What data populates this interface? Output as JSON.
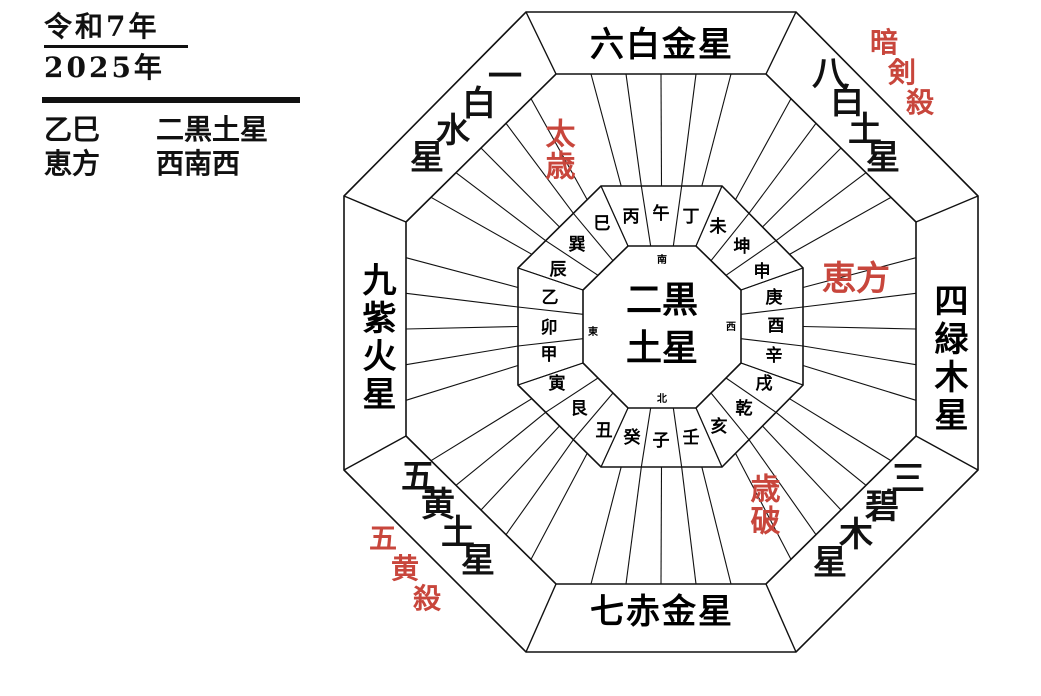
{
  "header": {
    "era": "令和7年",
    "year": "2025年",
    "eto_label": "乙巳",
    "eto_star": "二黒土星",
    "ehou_label": "恵方",
    "ehou_dir": "西南西"
  },
  "center_star": [
    "二黒",
    "土星"
  ],
  "directions": {
    "south": "南",
    "north": "北",
    "east": "東",
    "west": "西"
  },
  "zodiac_labels": [
    "丙",
    "午",
    "丁",
    "未",
    "坤",
    "申",
    "庚",
    "酉",
    "辛",
    "戌",
    "乾",
    "亥",
    "壬",
    "子",
    "癸",
    "丑",
    "艮",
    "寅",
    "甲",
    "卯",
    "乙",
    "辰",
    "巽",
    "巳"
  ],
  "outer_stars": {
    "north": "六白金星",
    "northeast": "八白土星",
    "east": "四緑木星",
    "southeast": "三碧木星",
    "south": "七赤金星",
    "southwest": "五黄土星",
    "west": "九紫火星",
    "northwest": "一白水星"
  },
  "markers": {
    "taisai": "太歳",
    "ankensatsu": "暗剣殺",
    "ehou": "恵方",
    "saiha": "歳破",
    "gooosatsu": "五黄殺"
  },
  "colors": {
    "ink": "#111111",
    "accent": "#c8463c"
  }
}
